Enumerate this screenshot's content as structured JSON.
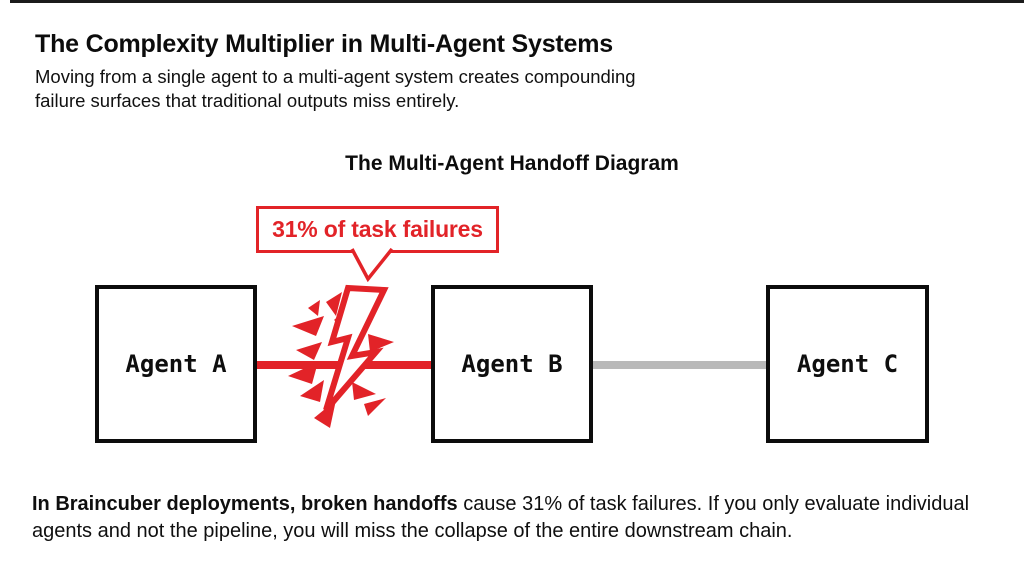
{
  "header": {
    "title": "The Complexity Multiplier in Multi-Agent Systems",
    "subtitle": "Moving from a single agent to a multi-agent system creates compounding failure surfaces that traditional outputs miss entirely."
  },
  "diagram": {
    "title": "The Multi-Agent Handoff Diagram",
    "callout": {
      "label": "31% of task failures"
    },
    "agents": [
      {
        "label": "Agent A"
      },
      {
        "label": "Agent B"
      },
      {
        "label": "Agent C"
      }
    ],
    "connections": [
      {
        "from": "Agent A",
        "to": "Agent B",
        "status": "broken-handoff",
        "color": "#e22328"
      },
      {
        "from": "Agent B",
        "to": "Agent C",
        "status": "normal",
        "color": "#b9b9b9"
      }
    ]
  },
  "footer": {
    "lead_bold": "In Braincuber deployments, broken handoffs",
    "rest": "cause 31% of task failures. If you only evaluate individual agents and not the pipeline, you will miss the collapse of the entire downstream chain."
  },
  "colors": {
    "accent_red": "#e22328",
    "connector_gray": "#b9b9b9",
    "ink": "#0e0e0e"
  }
}
